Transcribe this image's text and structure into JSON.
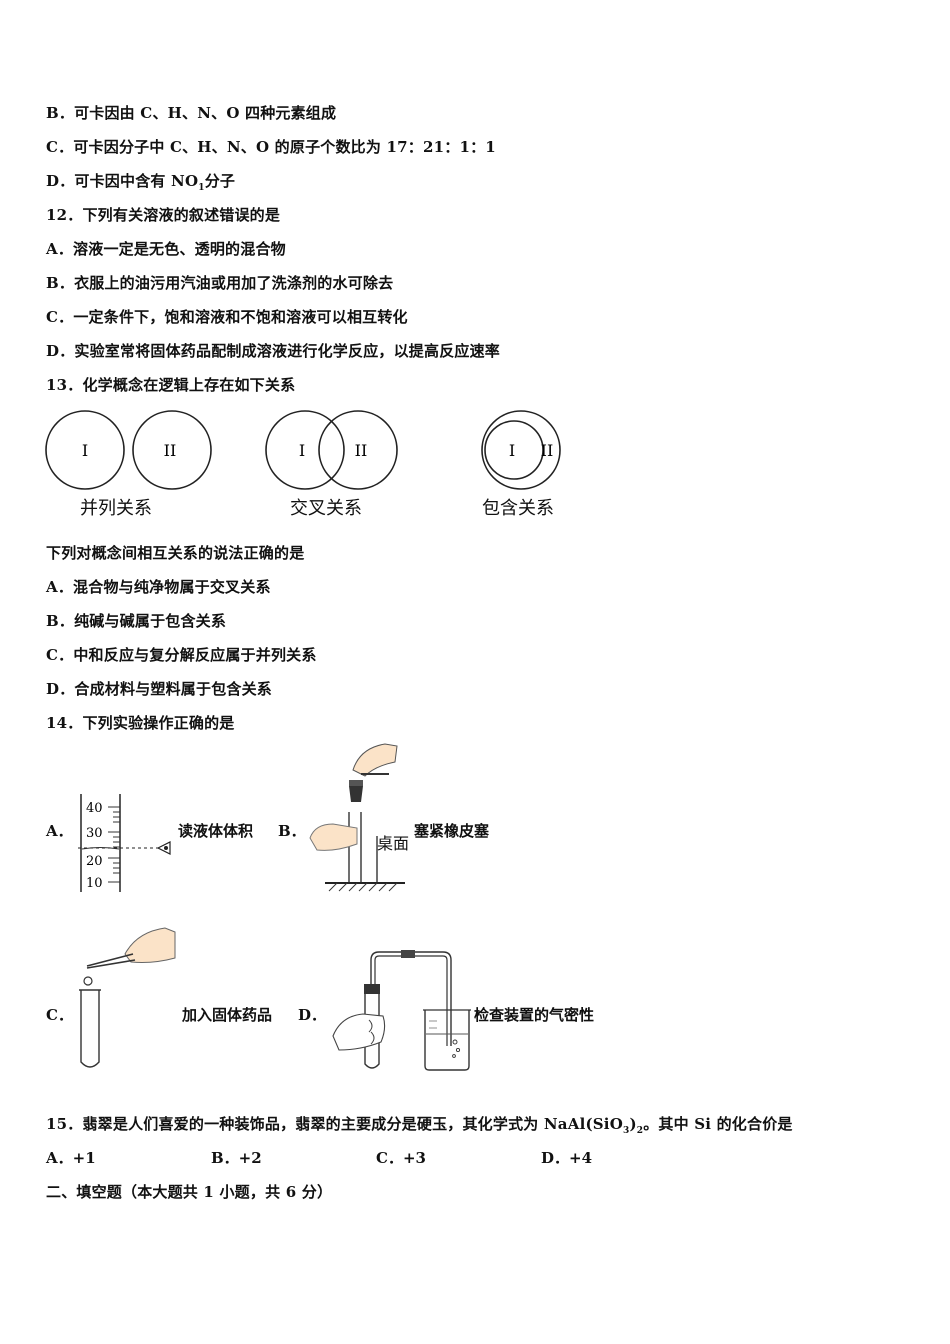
{
  "q11": {
    "option_b": "B．可卡因由 C、H、N、O 四种元素组成",
    "option_c": "C．可卡因分子中 C、H、N、O 的原子个数比为 17：21：1：1",
    "option_d_pre": "D．可卡因中含有 NO",
    "option_d_sub": "1",
    "option_d_post": "分子"
  },
  "q12": {
    "stem": "12．下列有关溶液的叙述错误的是",
    "option_a": "A．溶液一定是无色、透明的混合物",
    "option_b": "B．衣服上的油污用汽油或用加了洗涤剂的水可除去",
    "option_c": "C．一定条件下，饱和溶液和不饱和溶液可以相互转化",
    "option_d": "D．实验室常将固体药品配制成溶液进行化学反应，以提高反应速率"
  },
  "q13": {
    "stem": "13．化学概念在逻辑上存在如下关系",
    "diagrams": [
      {
        "label_1": "I",
        "label_2": "II",
        "caption": "并列关系"
      },
      {
        "label_1": "I",
        "label_2": "II",
        "caption": "交叉关系"
      },
      {
        "label_1": "I",
        "label_2": "II",
        "caption": "包含关系"
      }
    ],
    "question": "下列对概念间相互关系的说法正确的是",
    "option_a": "A．混合物与纯净物属于交叉关系",
    "option_b": "B．纯碱与碱属于包含关系",
    "option_c": "C．中和反应与复分解反应属于并列关系",
    "option_d": "D．合成材料与塑料属于包含关系"
  },
  "q14": {
    "stem": "14．下列实验操作正确的是",
    "a_letter": "A．",
    "a_caption": "读液体体积",
    "a_scale": [
      "40",
      "30",
      "20",
      "10"
    ],
    "b_letter": "B．",
    "b_caption": "塞紧橡皮塞",
    "b_desk": "桌面",
    "c_letter": "C．",
    "c_caption": "加入固体药品",
    "d_letter": "D．",
    "d_caption": "检查装置的气密性"
  },
  "q15": {
    "stem_pre": "15．翡翠是人们喜爱的一种装饰品，翡翠的主要成分是硬玉，其化学式为 NaAl(SiO",
    "stem_sub1": "3",
    "stem_mid": ")",
    "stem_sub2": "2",
    "stem_post": "。其中 Si 的化合价是",
    "options": [
      "A．+1",
      "B．+2",
      "C．+3",
      "D．+4"
    ]
  },
  "section2": {
    "title": "二、填空题（本大题共 1 小题，共 6 分）"
  }
}
